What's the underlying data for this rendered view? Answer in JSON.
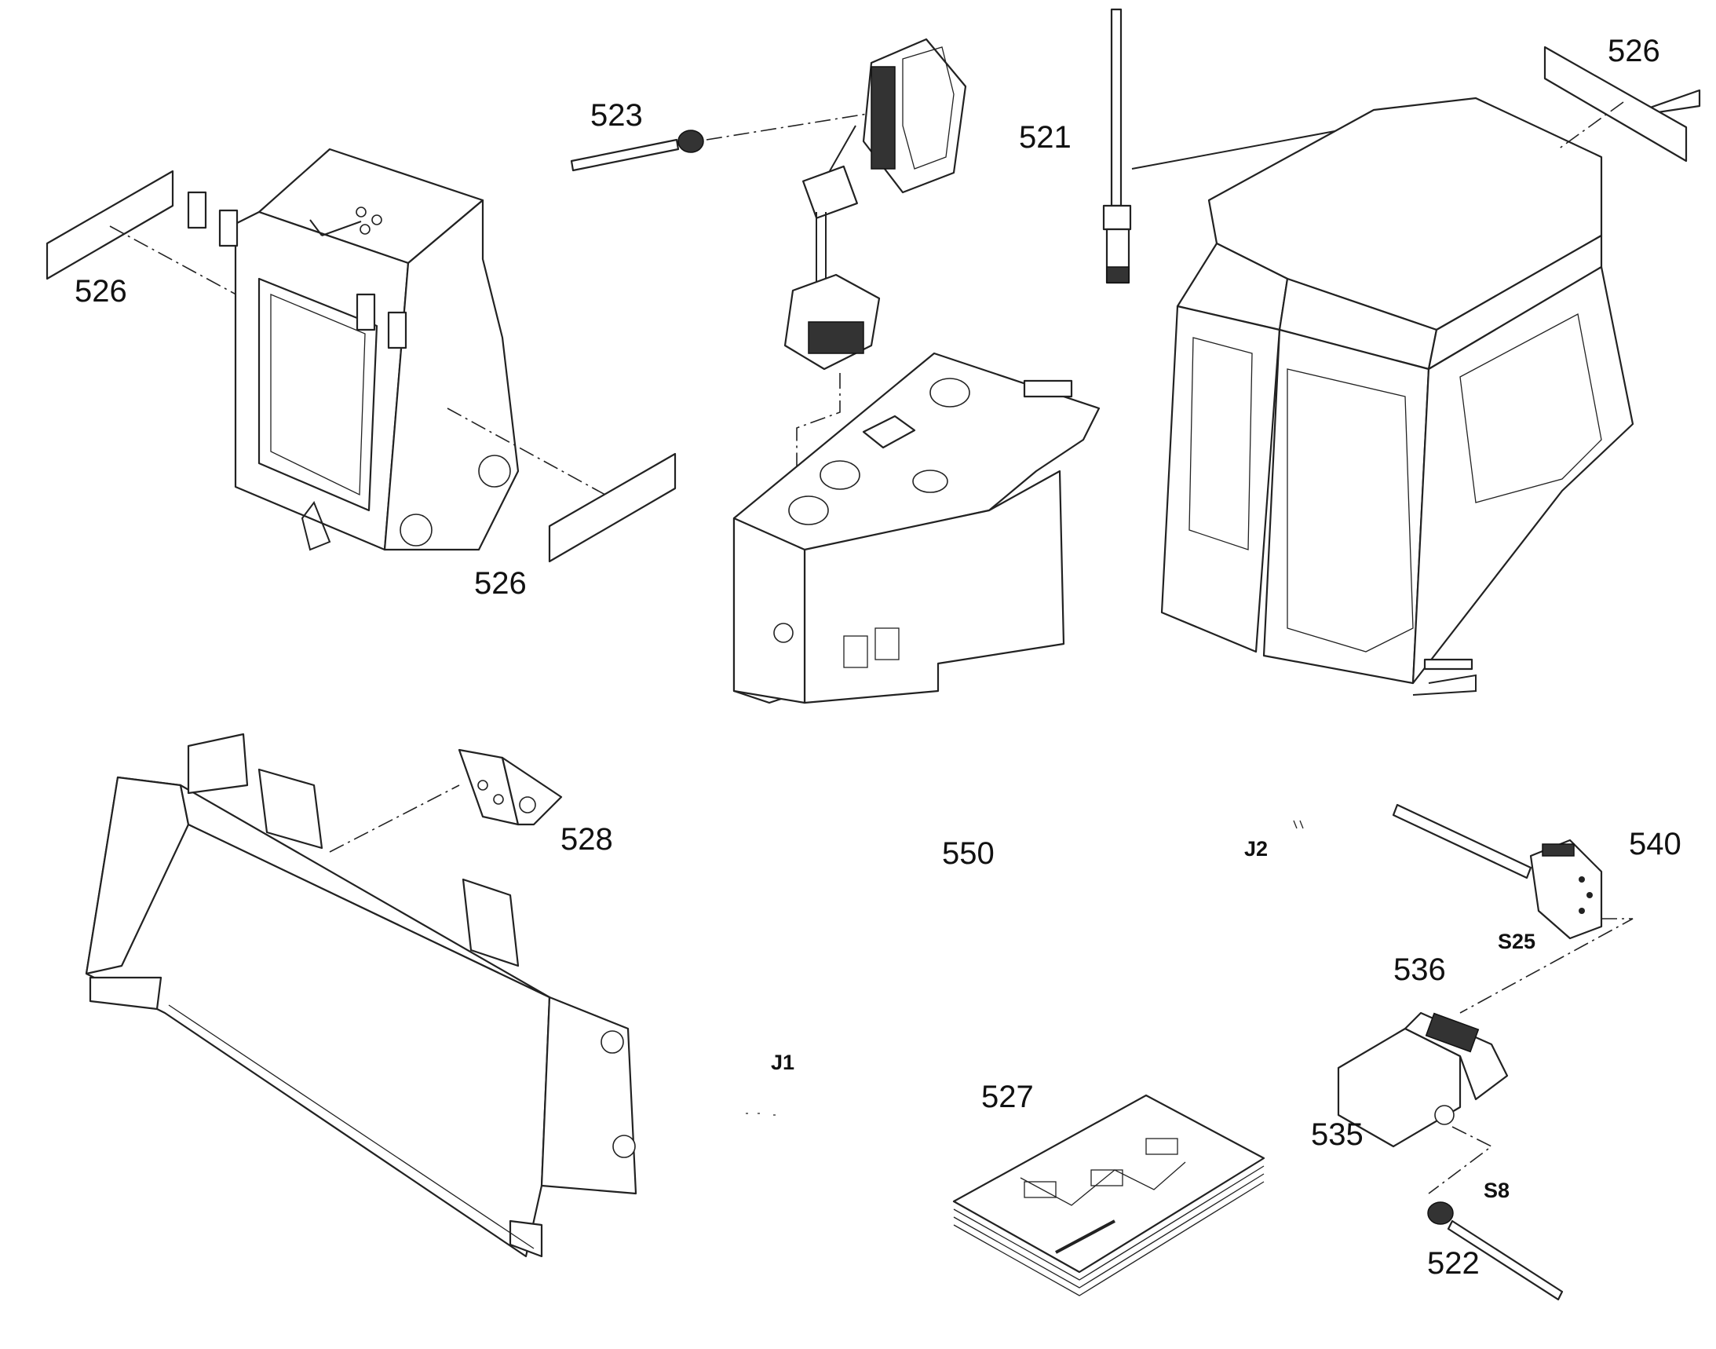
{
  "diagram": {
    "labels": {
      "p521": "521",
      "p522": "522",
      "p523": "523",
      "p526a": "526",
      "p526b": "526",
      "p526c": "526",
      "p527": "527",
      "p528": "528",
      "p535": "535",
      "p536": "536",
      "p540": "540",
      "p550": "550"
    },
    "connectors": {
      "j1": "J1",
      "j2": "J2",
      "s8": "S8",
      "s25": "S25"
    }
  }
}
